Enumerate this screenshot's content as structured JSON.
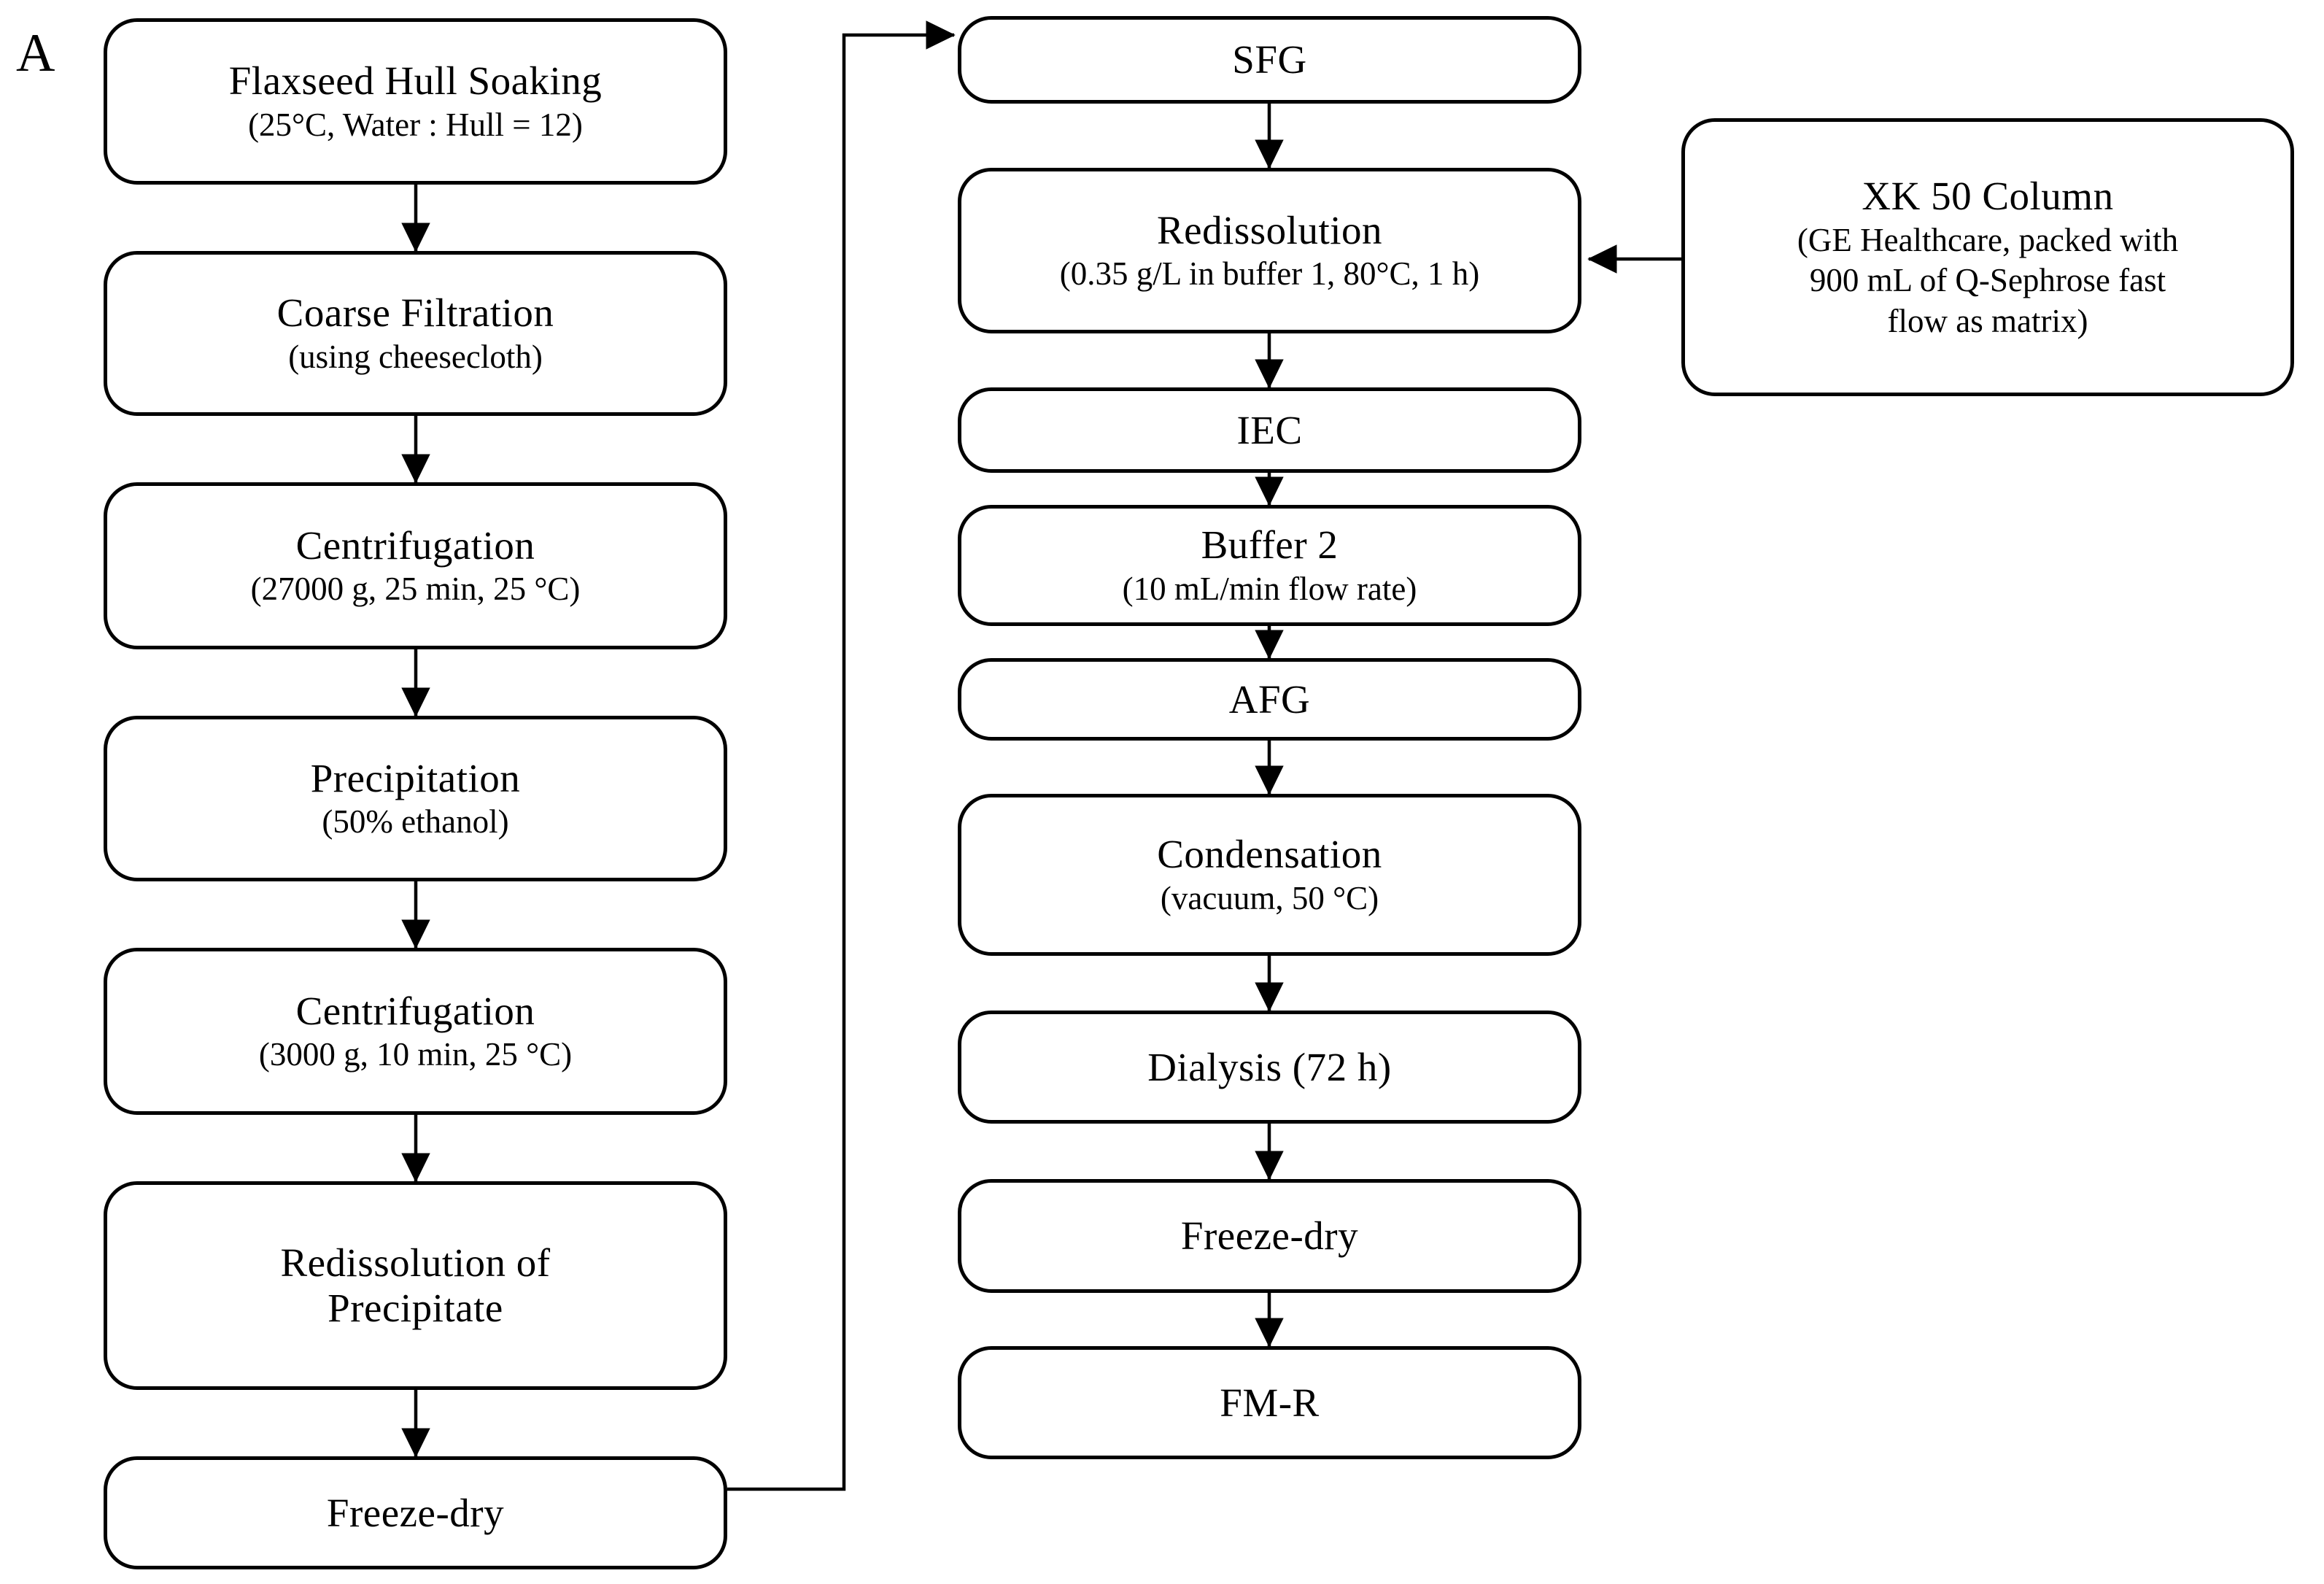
{
  "panel": {
    "label": "A"
  },
  "left_column": {
    "nodes": [
      {
        "title": "Flaxseed Hull Soaking",
        "subtitle": "(25°C, Water : Hull = 12)"
      },
      {
        "title": "Coarse Filtration",
        "subtitle": "(using cheesecloth)"
      },
      {
        "title": "Centrifugation",
        "subtitle": "(27000 g, 25 min, 25 °C)"
      },
      {
        "title": "Precipitation",
        "subtitle": "(50% ethanol)"
      },
      {
        "title": "Centrifugation",
        "subtitle": "(3000 g, 10 min, 25 °C)"
      },
      {
        "title": "Redissolution of Precipitate",
        "subtitle": ""
      },
      {
        "title": "Freeze-dry",
        "subtitle": ""
      }
    ]
  },
  "middle_column": {
    "nodes": [
      {
        "title": "SFG",
        "subtitle": ""
      },
      {
        "title": "Redissolution",
        "subtitle": "(0.35 g/L in buffer 1, 80°C, 1 h)"
      },
      {
        "title": "IEC",
        "subtitle": ""
      },
      {
        "title": "Buffer 2",
        "subtitle": "(10 mL/min flow rate)"
      },
      {
        "title": "AFG",
        "subtitle": ""
      },
      {
        "title": "Condensation",
        "subtitle": "(vacuum, 50 °C)"
      },
      {
        "title": "Dialysis (72 h)",
        "subtitle": ""
      },
      {
        "title": "Freeze-dry",
        "subtitle": ""
      },
      {
        "title": "FM-R",
        "subtitle": ""
      }
    ]
  },
  "side_note": {
    "title": "XK 50 Column",
    "line1": "(GE Healthcare, packed with",
    "line2": "900 mL of Q-Sephrose fast",
    "line3": "flow as matrix)"
  },
  "style": {
    "stroke": "#000000",
    "fill": "#ffffff"
  }
}
